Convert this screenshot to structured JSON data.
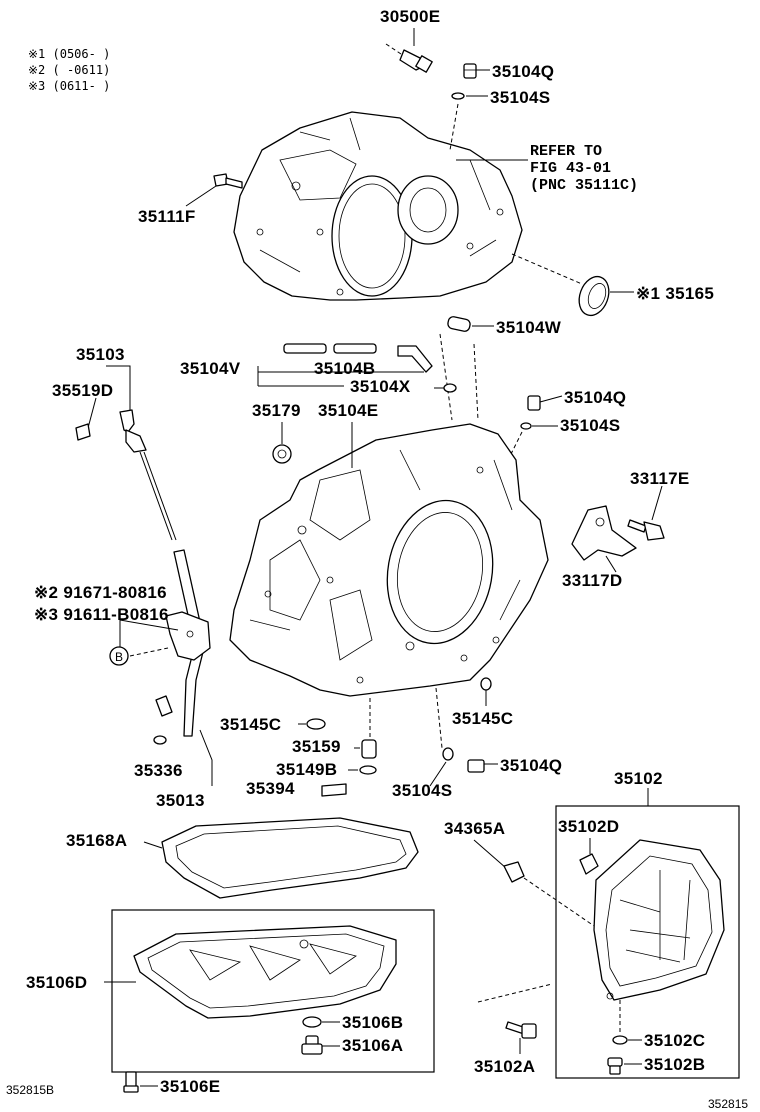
{
  "notes": [
    "※1 (0506-    )",
    "※2 (     -0611)",
    "※3 (0611-    )"
  ],
  "refer": {
    "line1": "REFER TO",
    "line2": "FIG 43-01",
    "line3": "(PNC 35111C)"
  },
  "labels": {
    "p30500E": "30500E",
    "p35104Q_top": "35104Q",
    "p35104S_top": "35104S",
    "p35111F": "35111F",
    "p35165": "※1 35165",
    "p35104W": "35104W",
    "p35103": "35103",
    "p35519D": "35519D",
    "p35104V": "35104V",
    "p35104B": "35104B",
    "p35104X": "35104X",
    "p35104Q_mid": "35104Q",
    "p35104S_mid": "35104S",
    "p35179": "35179",
    "p35104E": "35104E",
    "p33117E": "33117E",
    "p33117D": "33117D",
    "p91671": "※2 91671-80816",
    "p91611": "※3 91611-B0816",
    "circleB": "B",
    "p35145C_left": "35145C",
    "p35145C_right": "35145C",
    "p35159": "35159",
    "p35149B": "35149B",
    "p35394": "35394",
    "p35104Q_low": "35104Q",
    "p35104S_low": "35104S",
    "p35336": "35336",
    "p35013": "35013",
    "p35102": "35102",
    "p35102D": "35102D",
    "p34365A": "34365A",
    "p35168A": "35168A",
    "p35106D": "35106D",
    "p35106B": "35106B",
    "p35106A": "35106A",
    "p35106E": "35106E",
    "p35102C": "35102C",
    "p35102B": "35102B",
    "p35102A": "35102A"
  },
  "footer": {
    "left_code": "352815B",
    "right_code": "352815"
  }
}
